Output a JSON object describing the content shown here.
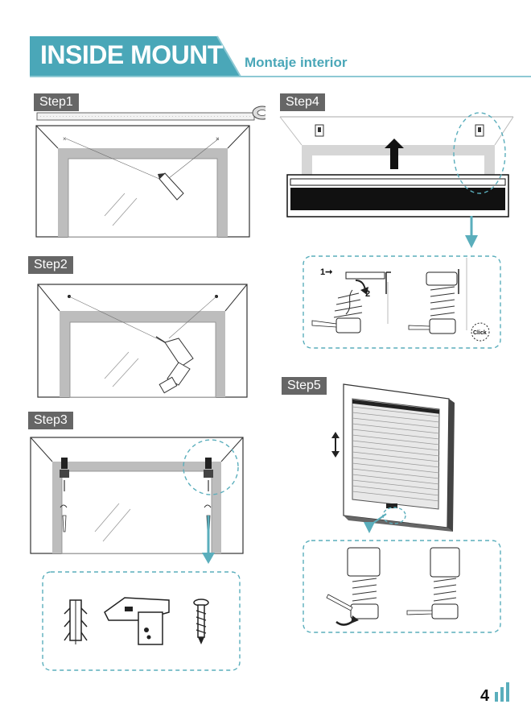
{
  "header": {
    "title": "INSIDE MOUNT",
    "subtitle": "Montaje interior",
    "accent_color": "#4aa7b8",
    "line_color": "#8ec9d4"
  },
  "steps": [
    {
      "label": "Step1"
    },
    {
      "label": "Step2"
    },
    {
      "label": "Step3"
    },
    {
      "label": "Step4"
    },
    {
      "label": "Step5"
    }
  ],
  "step4": {
    "callout_marker": "1➞",
    "rotate_marker": "2",
    "click_label": "Click"
  },
  "icons": {
    "tape_measure": "tape-measure-icon",
    "pencil": "pencil-icon",
    "drill": "drill-icon",
    "anchor": "wall-anchor-icon",
    "bracket": "mounting-bracket-icon",
    "screw": "screw-icon",
    "up_arrow": "up-arrow-icon",
    "updown_arrow": "up-down-arrow-icon"
  },
  "footer": {
    "page_number": "4"
  }
}
